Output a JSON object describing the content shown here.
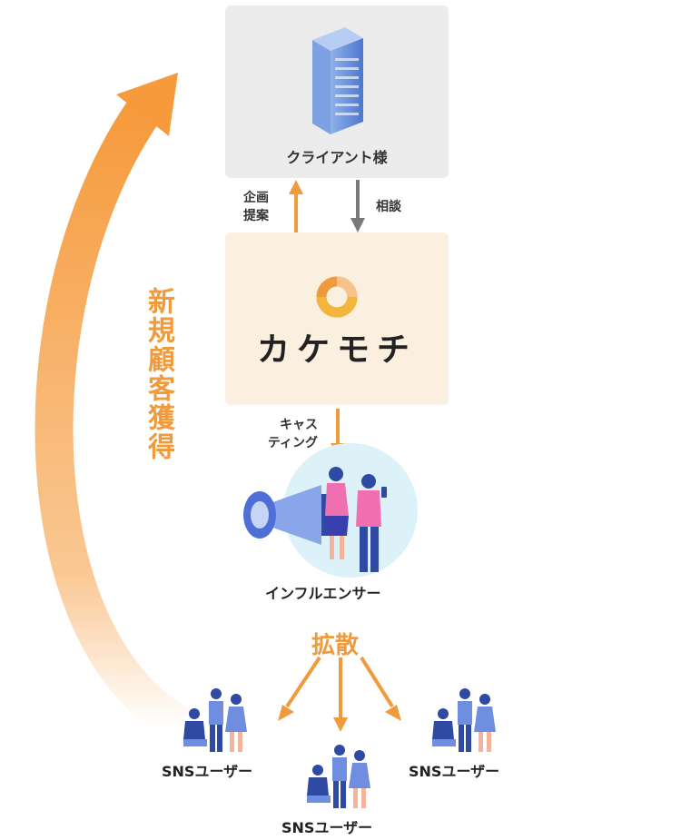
{
  "client": {
    "label": "クライアント様",
    "icon": "office-building-icon"
  },
  "flows": {
    "proposal_line1": "企画",
    "proposal_line2": "提案",
    "consult": "相談",
    "casting_line1": "キャス",
    "casting_line2": "ティング"
  },
  "brand": {
    "name": "カケモチ",
    "logo": "donut-logo-icon"
  },
  "influencer": {
    "label": "インフルエンサー",
    "icon": "megaphone-people-icon"
  },
  "spread": {
    "label": "拡散"
  },
  "acquisition": {
    "label": "新規顧客獲得"
  },
  "sns_groups": [
    {
      "label": "SNSユーザー"
    },
    {
      "label": "SNSユーザー"
    },
    {
      "label": "SNSユーザー"
    }
  ],
  "colors": {
    "accent": "#f09a3e",
    "gray_arrow": "#7a7a7a",
    "client_bg": "#ececec",
    "brand_bg": "#fbefdf",
    "influencer_bg": "#ddf2f8",
    "people_blue": "#2f4aa3",
    "people_light": "#6f8ee0",
    "people_pink": "#f06fb0"
  }
}
